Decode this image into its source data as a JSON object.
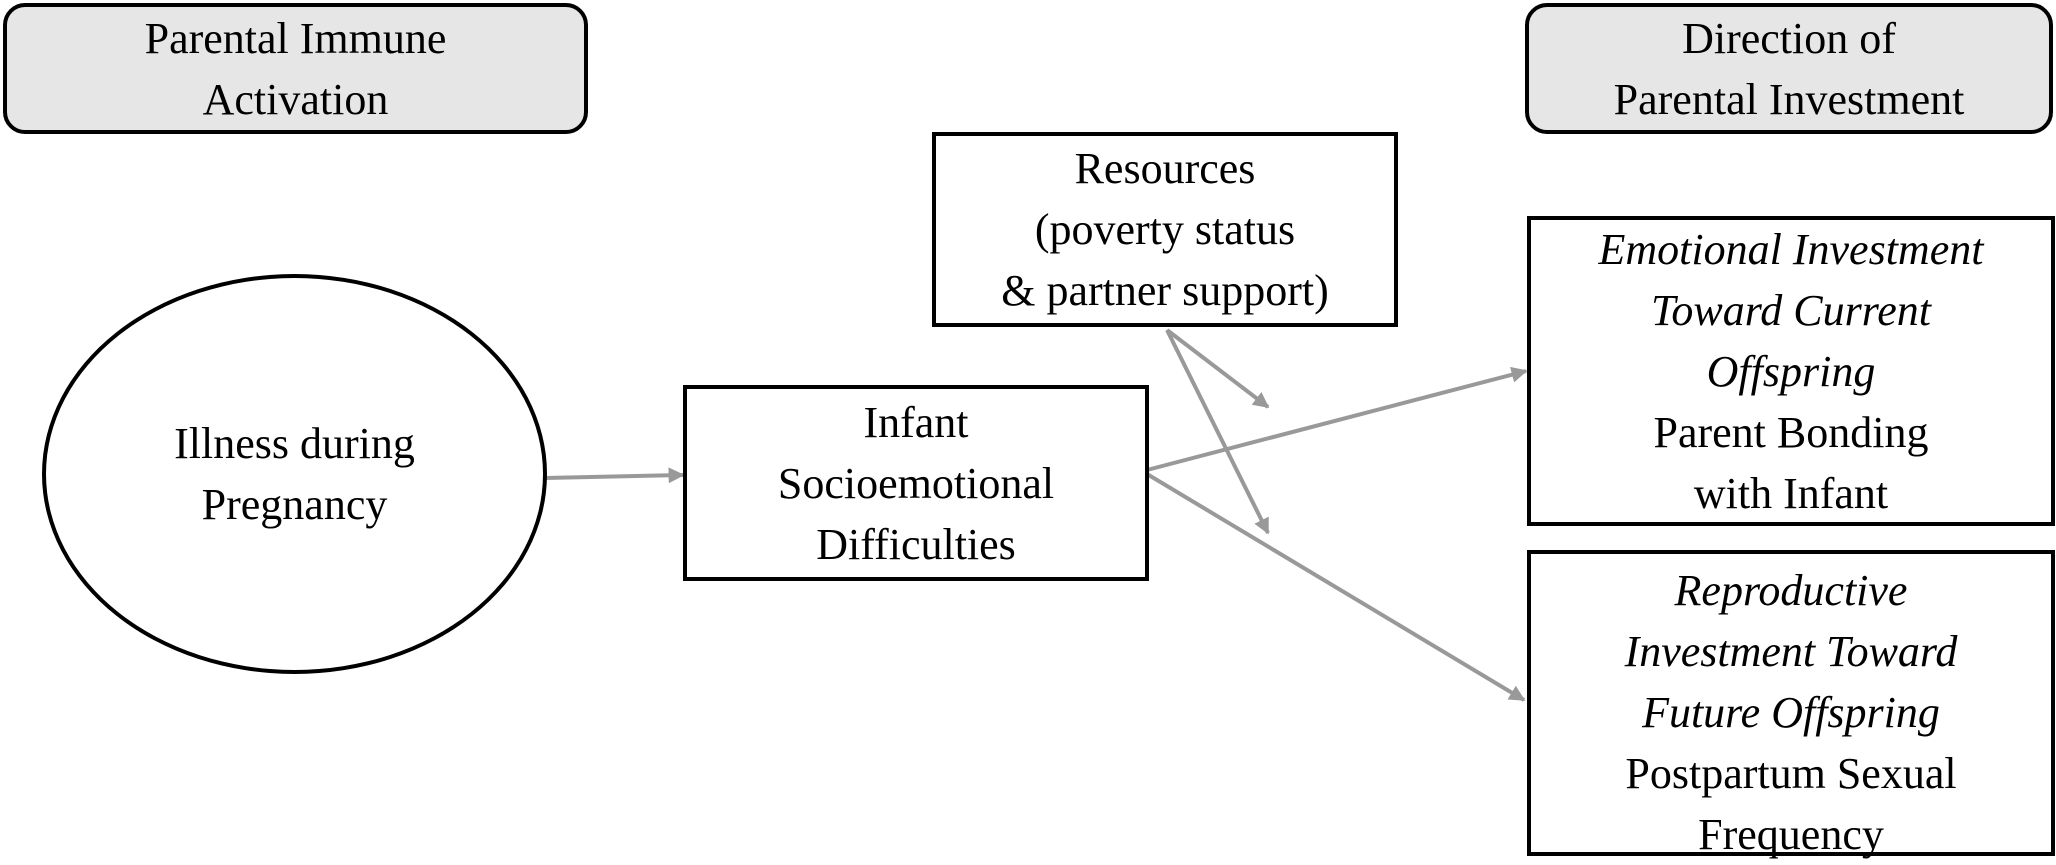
{
  "headers": {
    "left": [
      "Parental Immune",
      "Activation"
    ],
    "right": [
      "Direction of",
      "Parental Investment"
    ]
  },
  "nodes": {
    "illness": [
      "Illness during",
      "Pregnancy"
    ],
    "infant": [
      "Infant",
      "Socioemotional",
      "Difficulties"
    ],
    "resources": [
      "Resources",
      "(poverty status",
      "& partner support)"
    ],
    "emotional": {
      "italic": [
        "Emotional Investment",
        "Toward Current",
        "Offspring"
      ],
      "plain": [
        "Parent Bonding",
        "with Infant"
      ]
    },
    "reproductive": {
      "italic": [
        "Reproductive",
        "Investment Toward",
        "Future Offspring"
      ],
      "plain": [
        "Postpartum Sexual",
        "Frequency"
      ]
    }
  },
  "colors": {
    "arrow": "#999999",
    "header_fill": "#e6e6e6",
    "border": "#000000"
  }
}
